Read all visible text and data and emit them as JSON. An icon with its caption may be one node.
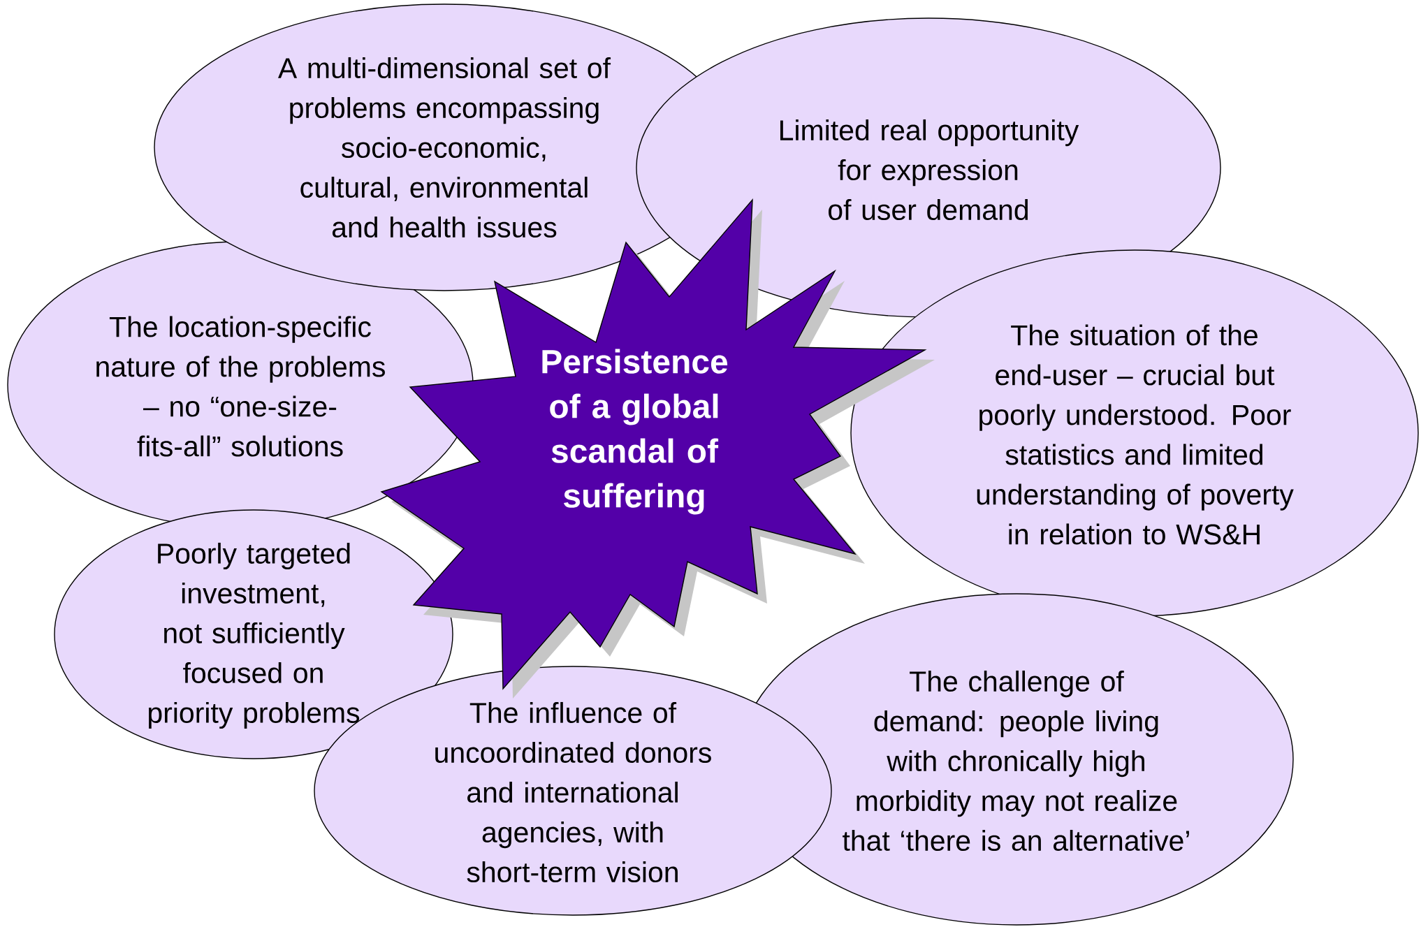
{
  "diagram": {
    "nodes": [
      {
        "text": [
          "A multi-dimensional set of problems encompassing socio-economic, cultural, environmental and health issues"
        ]
      },
      {
        "text": [
          "Limited real opportunity for expression of user demand"
        ]
      },
      {
        "text": [
          "The location-specific nature of the problems – no “one-size-fits-all” solutions"
        ]
      },
      {
        "text": [
          "Persistence of a global scandal of suffering"
        ]
      },
      {
        "text": [
          "The situation of the end-user – crucial but poorly understood. Poor statistics and limited understanding of poverty in relation to WS&H"
        ]
      },
      {
        "text": [
          "Poorly targeted investment, not sufficiently focused on priority problems"
        ]
      },
      {
        "text": [
          "The influence of uncoordinated donors and international agencies, with short-term vision"
        ]
      },
      {
        "text": [
          "The challenge of demand: people living with chronically high morbidity may not realize that ‘there is an alternative’"
        ]
      }
    ],
    "edges": []
  }
}
